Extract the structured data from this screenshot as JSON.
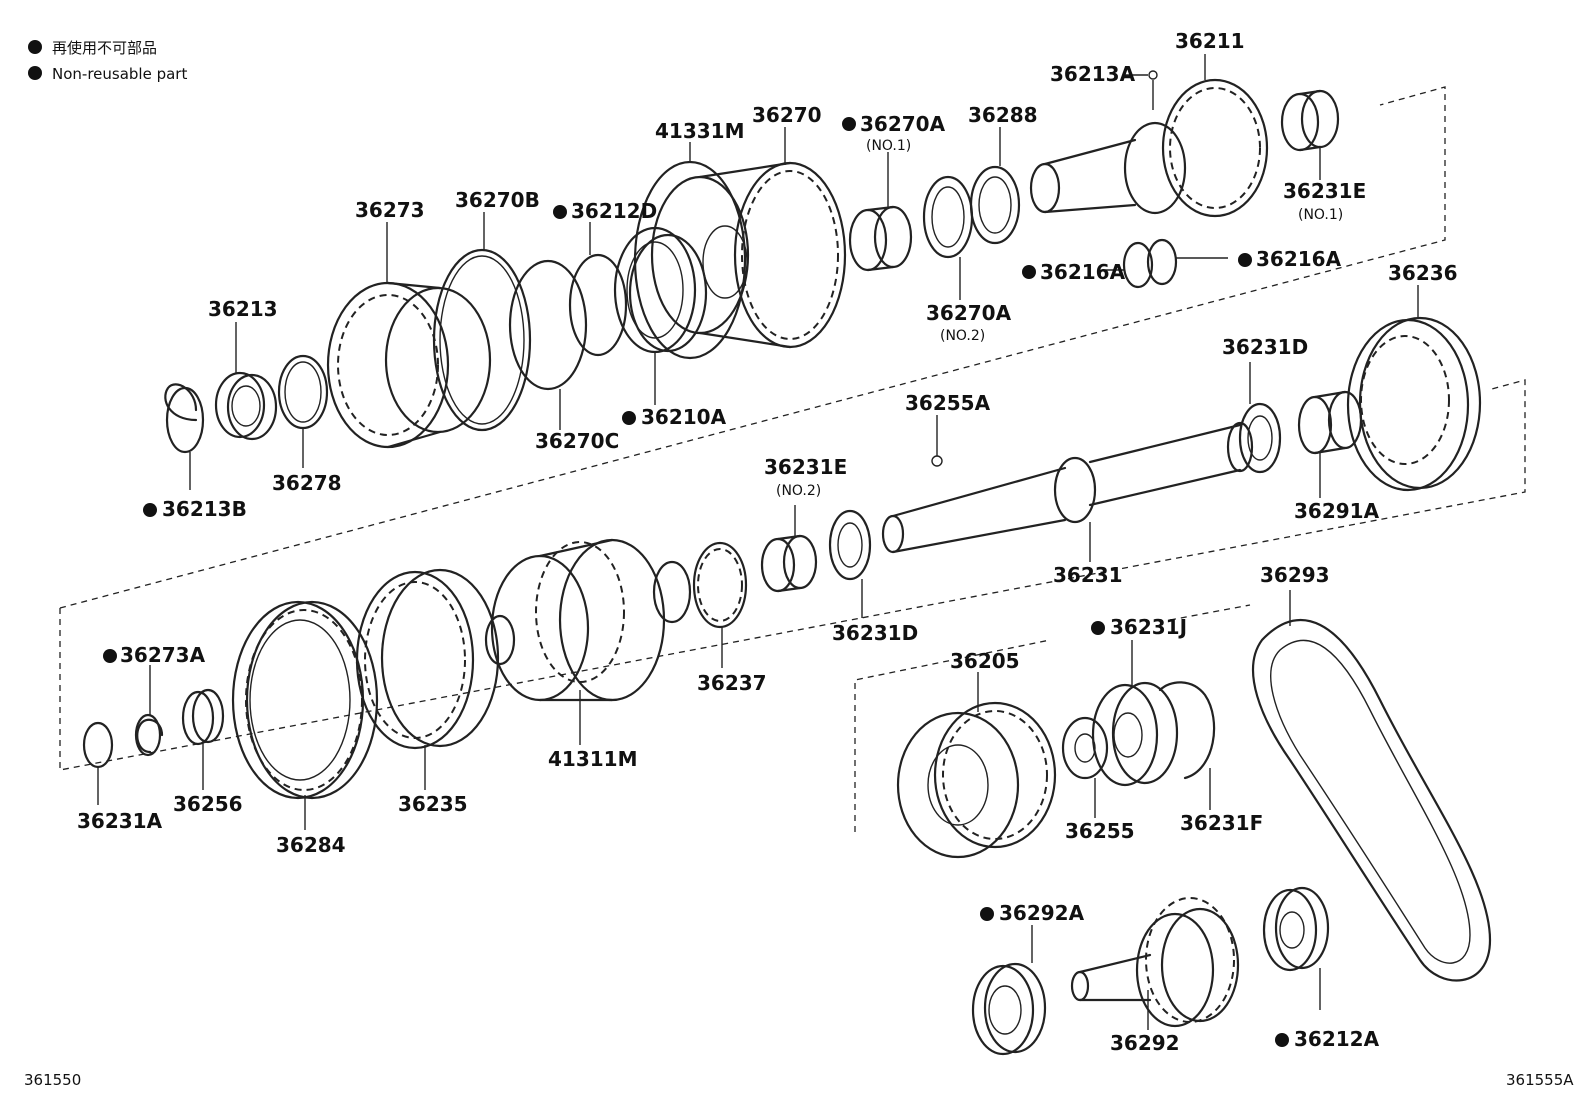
{
  "legend": {
    "jp": "再使用不可部品",
    "en": "Non-reusable part"
  },
  "figure_id_left": "361550",
  "figure_id_right": "361555A",
  "labels": {
    "p36211": "36211",
    "p36213A": "36213A",
    "p36231E_1": "36231E",
    "p36231E_1_sub": "(NO.1)",
    "p36216A_l": "36216A",
    "p36216A_r": "36216A",
    "p36288": "36288",
    "p36270A_1": "36270A",
    "p36270A_1_sub": "(NO.1)",
    "p36270A_2": "36270A",
    "p36270A_2_sub": "(NO.2)",
    "p36270": "36270",
    "p41331M": "41331M",
    "p36212D": "36212D",
    "p36270B": "36270B",
    "p36273": "36273",
    "p36213": "36213",
    "p36278": "36278",
    "p36213B": "36213B",
    "p36270C": "36270C",
    "p36210A": "36210A",
    "p36236": "36236",
    "p36231D_top": "36231D",
    "p36255A": "36255A",
    "p36291A": "36291A",
    "p36231": "36231",
    "p36231E_2": "36231E",
    "p36231E_2_sub": "(NO.2)",
    "p36231D_bot": "36231D",
    "p36237": "36237",
    "p41311M": "41311M",
    "p36273A": "36273A",
    "p36231A": "36231A",
    "p36256": "36256",
    "p36284": "36284",
    "p36235": "36235",
    "p36293": "36293",
    "p36231J": "36231J",
    "p36205": "36205",
    "p36255": "36255",
    "p36231F": "36231F",
    "p36292A": "36292A",
    "p36292": "36292",
    "p36212A": "36212A"
  }
}
